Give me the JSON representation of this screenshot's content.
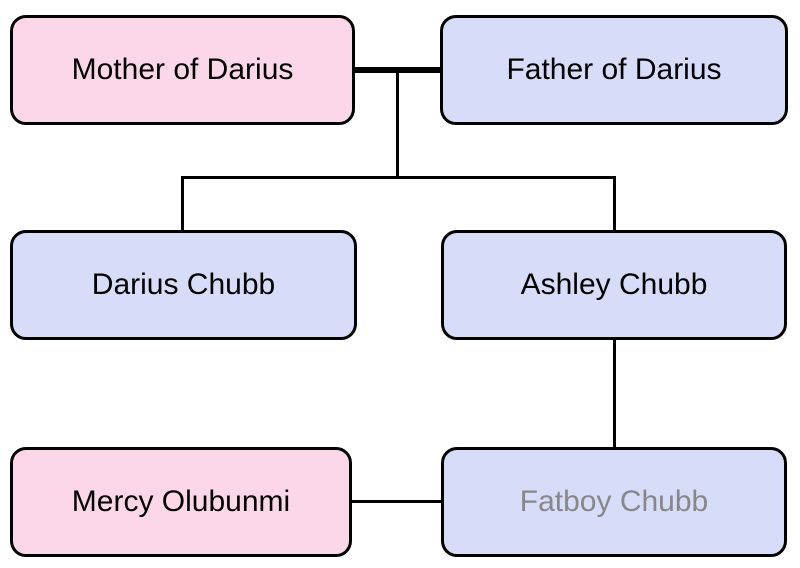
{
  "diagram": {
    "type": "family-tree",
    "background_color": "#ffffff",
    "colors": {
      "female_node_fill": "#fcd7ea",
      "male_node_fill": "#d7dcf8",
      "node_border": "#000000",
      "connector_line": "#000000",
      "node_text": "#000000",
      "dimmed_node_text": "#878787"
    },
    "nodes": [
      {
        "id": "mother-of-darius",
        "label": "Mother of Darius",
        "fill": "pink",
        "text_color": "#000000"
      },
      {
        "id": "father-of-darius",
        "label": "Father of Darius",
        "fill": "blue",
        "text_color": "#000000"
      },
      {
        "id": "darius-chubb",
        "label": "Darius Chubb",
        "fill": "blue",
        "text_color": "#000000"
      },
      {
        "id": "ashley-chubb",
        "label": "Ashley Chubb",
        "fill": "blue",
        "text_color": "#000000"
      },
      {
        "id": "mercy-olubunmi",
        "label": "Mercy Olubunmi",
        "fill": "pink",
        "text_color": "#000000"
      },
      {
        "id": "fatboy-chubb",
        "label": "Fatboy Chubb",
        "fill": "blue",
        "text_color": "#878787"
      }
    ],
    "edges": [
      {
        "type": "marriage",
        "between": [
          "mother-of-darius",
          "father-of-darius"
        ],
        "style": "thick"
      },
      {
        "type": "parent-child",
        "from": [
          "mother-of-darius",
          "father-of-darius"
        ],
        "to": [
          "darius-chubb",
          "ashley-chubb"
        ]
      },
      {
        "type": "parent-child",
        "from": [
          "ashley-chubb"
        ],
        "to": [
          "fatboy-chubb"
        ]
      },
      {
        "type": "marriage",
        "between": [
          "mercy-olubunmi",
          "fatboy-chubb"
        ],
        "style": "thin"
      }
    ]
  }
}
